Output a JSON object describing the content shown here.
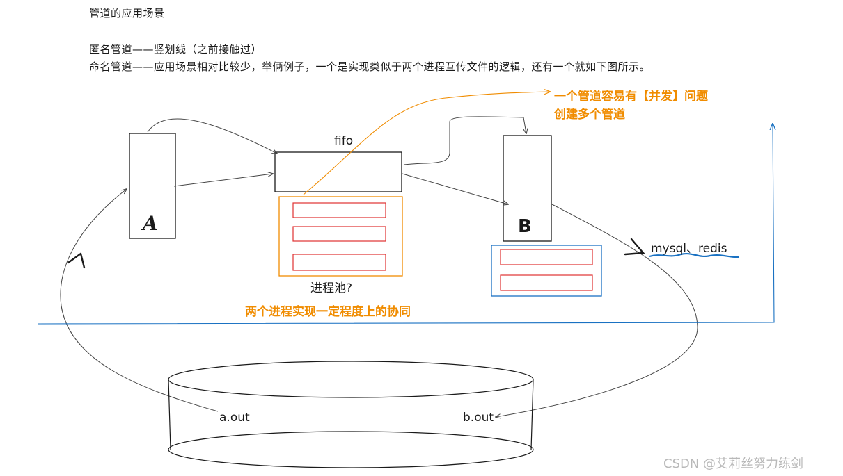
{
  "text": {
    "heading": "管道的应用场景",
    "line_anonymous": "匿名管道——竖划线（之前接触过）",
    "line_named": "命名管道——应用场景相对比较少，举俩例子，一个是实现类似于两个进程互传文件的逻辑，还有一个就如下图所示。"
  },
  "diagram": {
    "process_a_label": "A",
    "process_b_label": "B",
    "fifo_label": "fifo",
    "pool_label": "进程池?",
    "concurrency_note_line1": "一个管道容易有【并发】问题",
    "concurrency_note_line2": "创建多个管道",
    "cooperation_note": "两个进程实现一定程度上的协同",
    "db_label": "mysql、redis",
    "file_a": "a.out",
    "file_b": "b.out"
  },
  "colors": {
    "ink": "#1a1a1a",
    "orange": "#f08c00",
    "red": "#e03131",
    "blue": "#1971c2",
    "watermark": "#b8b8b8"
  },
  "watermark": "CSDN @艾莉丝努力练剑"
}
